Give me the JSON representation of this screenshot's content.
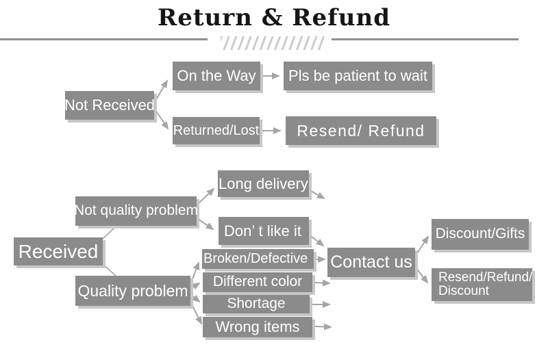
{
  "title": "Return & Refund",
  "colors": {
    "box": "#8b8b8b",
    "box_text": "#ffffff",
    "shadow": "#c7c7c7",
    "arrow": "#a5a5a5",
    "title_text": "#161616",
    "rule": "#8f8f8f",
    "hatch": "#cccccc",
    "background": "#ffffff"
  },
  "nodes": {
    "not_received": {
      "label": "Not Received"
    },
    "on_the_way": {
      "label": "On the Way"
    },
    "pls_wait": {
      "label": "Pls be patient to wait"
    },
    "returned_lost": {
      "label": "Returned/Lost"
    },
    "resend_refund": {
      "label": "Resend/ Refund"
    },
    "received": {
      "label": "Received"
    },
    "not_quality_problem": {
      "label": "Not quality problem"
    },
    "quality_problem": {
      "label": "Quality problem"
    },
    "long_delivery": {
      "label": "Long delivery"
    },
    "dont_like_it": {
      "label": "Don’ t like it"
    },
    "broken_defective": {
      "label": "Broken/Defective"
    },
    "different_color": {
      "label": "Different color"
    },
    "shortage": {
      "label": "Shortage"
    },
    "wrong_items": {
      "label": "Wrong items"
    },
    "contact_us": {
      "label": "Contact us"
    },
    "discount_gifts": {
      "label": "Discount/Gifts"
    },
    "resend_refund_discount": {
      "label": "Resend/Refund/\nDiscount"
    }
  },
  "edges": [
    {
      "from": "not_received",
      "to": "on_the_way"
    },
    {
      "from": "not_received",
      "to": "returned_lost"
    },
    {
      "from": "on_the_way",
      "to": "pls_wait"
    },
    {
      "from": "returned_lost",
      "to": "resend_refund"
    },
    {
      "from": "received",
      "to": "not_quality_problem"
    },
    {
      "from": "received",
      "to": "quality_problem"
    },
    {
      "from": "not_quality_problem",
      "to": "long_delivery"
    },
    {
      "from": "not_quality_problem",
      "to": "dont_like_it"
    },
    {
      "from": "long_delivery",
      "to": "contact_us"
    },
    {
      "from": "dont_like_it",
      "to": "contact_us"
    },
    {
      "from": "quality_problem",
      "to": "broken_defective"
    },
    {
      "from": "quality_problem",
      "to": "different_color"
    },
    {
      "from": "quality_problem",
      "to": "shortage"
    },
    {
      "from": "quality_problem",
      "to": "wrong_items"
    },
    {
      "from": "broken_defective",
      "to": "contact_us"
    },
    {
      "from": "different_color",
      "to": "contact_us"
    },
    {
      "from": "shortage",
      "to": "contact_us"
    },
    {
      "from": "wrong_items",
      "to": "contact_us"
    },
    {
      "from": "contact_us",
      "to": "discount_gifts"
    },
    {
      "from": "contact_us",
      "to": "resend_refund_discount"
    }
  ]
}
